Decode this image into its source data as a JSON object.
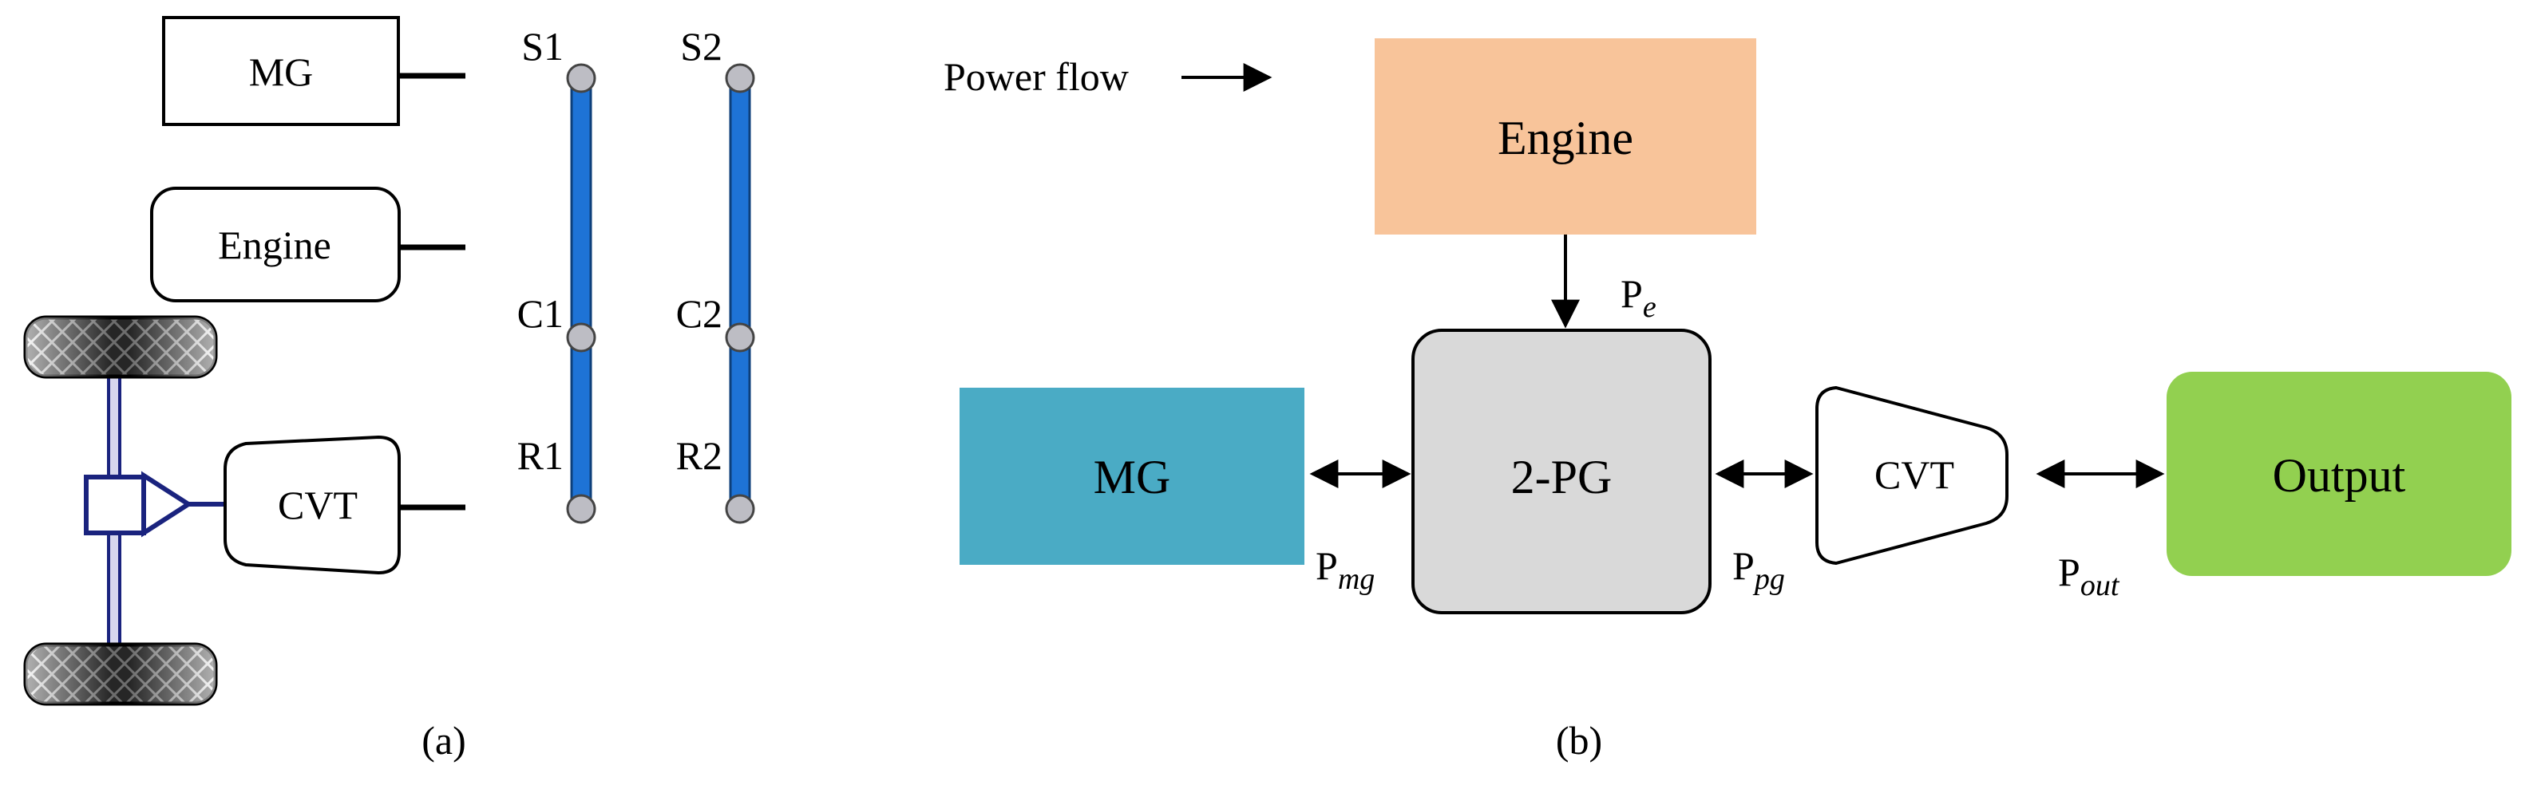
{
  "panel_a": {
    "caption": "(a)",
    "mg_label": "MG",
    "engine_label": "Engine",
    "cvt_label": "CVT",
    "lever1": {
      "top": "S1",
      "mid": "C1",
      "bottom": "R1"
    },
    "lever2": {
      "top": "S2",
      "mid": "C2",
      "bottom": "R2"
    },
    "lever_color": "#1e73d6",
    "node_color": "#bdbdc4"
  },
  "panel_b": {
    "caption": "(b)",
    "legend_text": "Power flow",
    "engine": {
      "label": "Engine",
      "color": "#f8c49a"
    },
    "mg": {
      "label": "MG",
      "color": "#4aabc5"
    },
    "pg": {
      "label": "2-PG",
      "color": "#d9d9d9"
    },
    "cvt": {
      "label": "CVT"
    },
    "output": {
      "label": "Output",
      "color": "#92d050"
    },
    "p_e": {
      "base": "P",
      "sub": "e"
    },
    "p_mg": {
      "base": "P",
      "sub": "mg"
    },
    "p_pg": {
      "base": "P",
      "sub": "pg"
    },
    "p_out": {
      "base": "P",
      "sub": "out"
    }
  }
}
